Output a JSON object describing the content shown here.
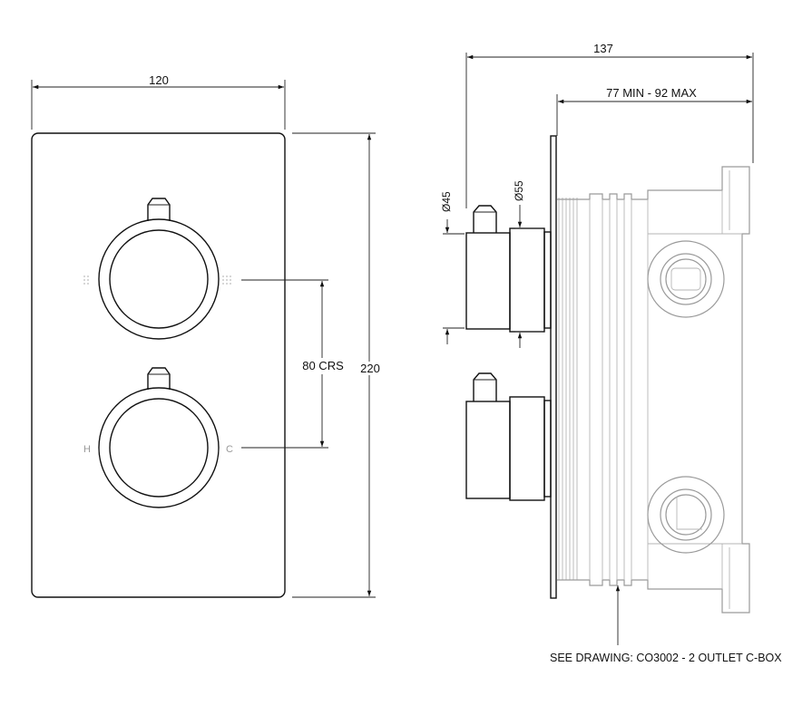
{
  "front_view": {
    "width_label": "120",
    "height_label": "220",
    "centres_label": "80 CRS",
    "hot_label": "H",
    "cold_label": "C"
  },
  "side_view": {
    "depth_label": "137",
    "adjust_label": "77 MIN - 92 MAX",
    "dia_small_label": "Ø45",
    "dia_large_label": "Ø55",
    "reference_note": "SEE DRAWING: CO3002 - 2 OUTLET C-BOX"
  },
  "colors": {
    "line": "#111111",
    "hidden_box": "#9a9a9a",
    "label_grey": "#999999"
  }
}
